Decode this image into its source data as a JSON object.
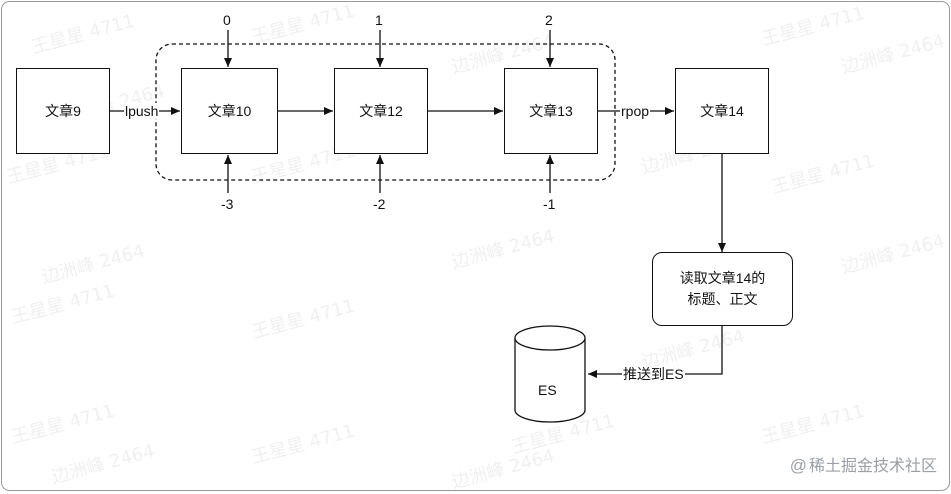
{
  "nodes": {
    "article9": "文章9",
    "article10": "文章10",
    "article12": "文章12",
    "article13": "文章13",
    "article14": "文章14",
    "process_line1": "读取文章14的",
    "process_line2": "标题、正文",
    "es": "ES"
  },
  "edges": {
    "lpush": "lpush",
    "rpop": "rpop",
    "push_es": "推送到ES"
  },
  "indices": {
    "top": [
      "0",
      "1",
      "2"
    ],
    "bottom": [
      "-3",
      "-2",
      "-1"
    ]
  },
  "watermarks": {
    "a": "王星星 4711",
    "b": "边洲峰 2464"
  },
  "brand": {
    "icon": "at-icon",
    "symbol": "@",
    "text": "稀土掘金技术社区"
  },
  "colors": {
    "stroke": "#111111",
    "frame": "#9a9a9a",
    "brand": "#9aa0a6"
  }
}
